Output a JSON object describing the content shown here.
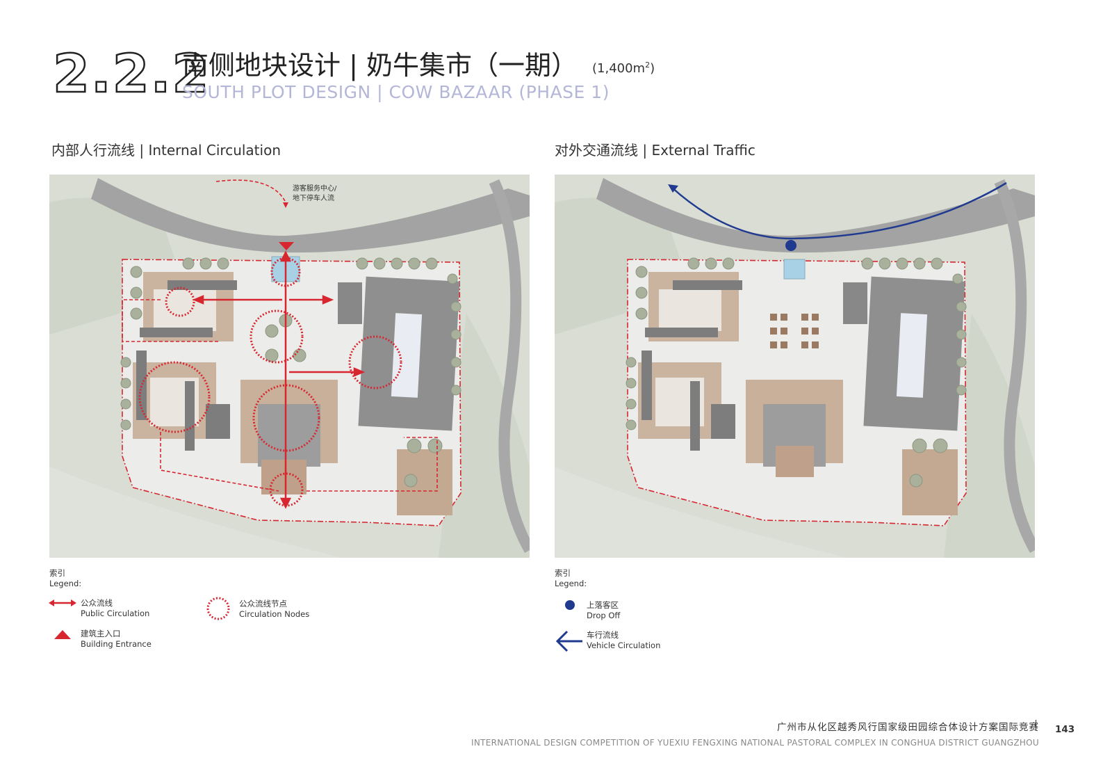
{
  "header": {
    "section_number": "2.2.2",
    "title_cn": "南侧地块设计 | 奶牛集市（一期）",
    "area": "(1,400m",
    "area_sup": "2",
    "area_close": ")",
    "title_en": "SOUTH PLOT DESIGN | COW BAZAAR (PHASE 1)"
  },
  "left_panel": {
    "title": "内部人行流线 | Internal Circulation",
    "map_note_line1": "游客服务中心/",
    "map_note_line2": "地下停车人流",
    "legend_title_cn": "索引",
    "legend_title_en": "Legend:",
    "legend": [
      {
        "icon": "double-arrow-icon",
        "cn": "公众流线",
        "en": "Public Circulation"
      },
      {
        "icon": "dashed-circle-icon",
        "cn": "公众流线节点",
        "en": "Circulation Nodes"
      },
      {
        "icon": "triangle-icon",
        "cn": "建筑主入口",
        "en": "Building Entrance"
      }
    ]
  },
  "right_panel": {
    "title": "对外交通流线 | External Traffic",
    "legend_title_cn": "索引",
    "legend_title_en": "Legend:",
    "legend": [
      {
        "icon": "dot-icon",
        "cn": "上落客区",
        "en": "Drop Off"
      },
      {
        "icon": "arrow-left-icon",
        "cn": "车行流线",
        "en": "Vehicle Circulation"
      }
    ]
  },
  "footer": {
    "cn": "广州市从化区越秀风行国家级田园综合体设计方案国际竞赛",
    "en": "INTERNATIONAL DESIGN COMPETITION OF YUEXIU FENGXING NATIONAL PASTORAL COMPLEX IN CONGHUA DISTRICT GUANGZHOU",
    "page": "143"
  },
  "colors": {
    "circulation_red": "#d7262f",
    "vehicle_blue": "#1f3a8f",
    "title_en": "#b4b6d8",
    "landscape_green": "#d7dcd1",
    "road_grey": "#9c9c9c"
  }
}
